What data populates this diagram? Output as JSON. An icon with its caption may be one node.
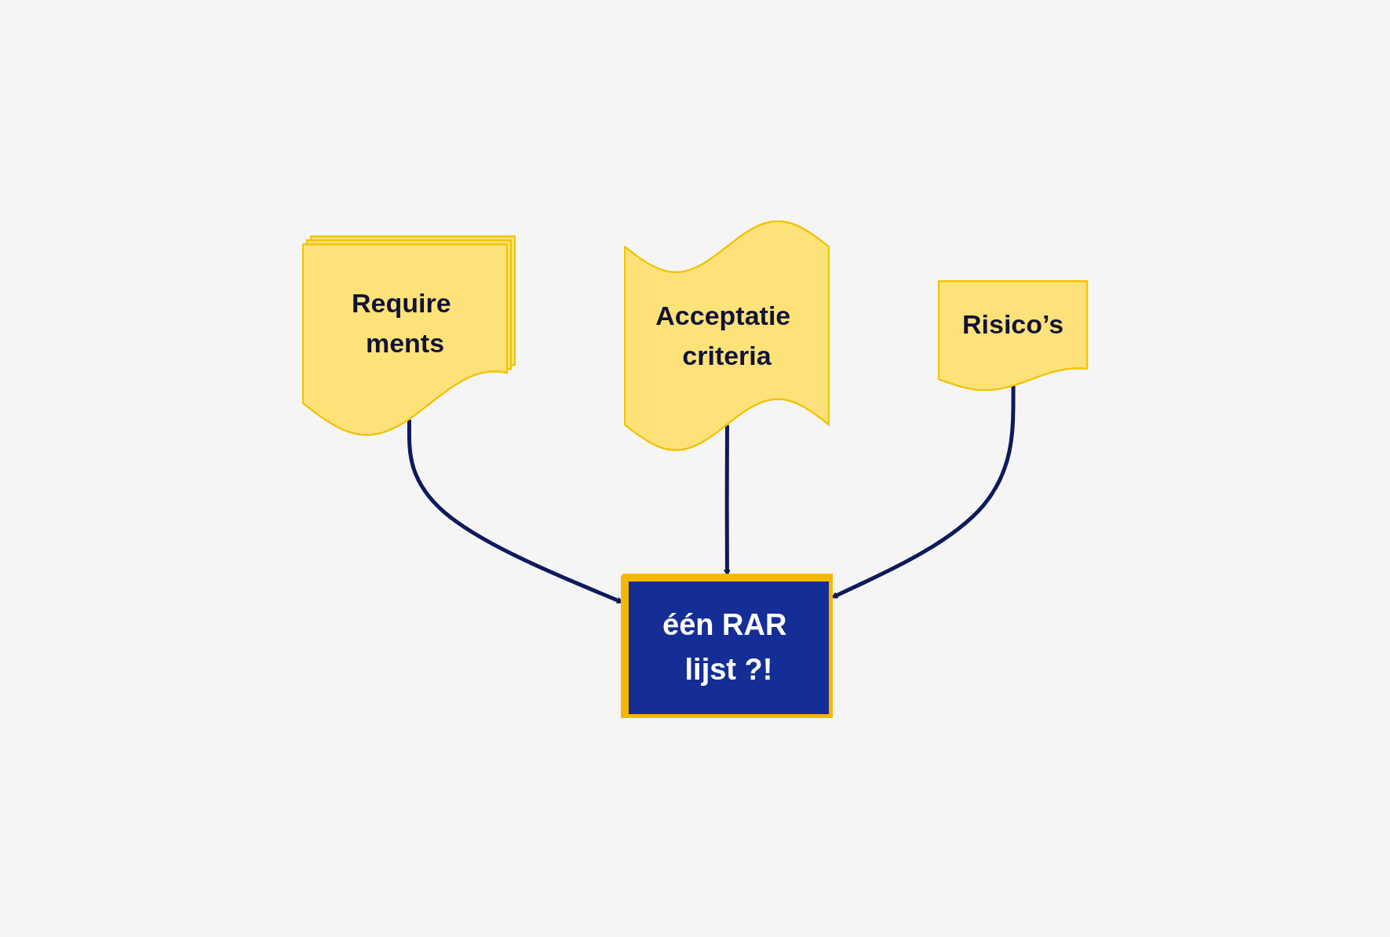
{
  "diagram": {
    "nodes": [
      {
        "text": [
          "Require ments"
        ]
      },
      {
        "text": [
          "Acceptatie criteria"
        ]
      },
      {
        "text": [
          "Risico’s"
        ]
      },
      {
        "text": [
          "één RAR lijst ?!"
        ]
      }
    ],
    "edges": [
      {
        "from": 0,
        "to": 3,
        "arrow": "to"
      },
      {
        "from": 1,
        "to": 3,
        "arrow": "to"
      },
      {
        "from": 2,
        "to": 3,
        "arrow": "to"
      }
    ]
  }
}
